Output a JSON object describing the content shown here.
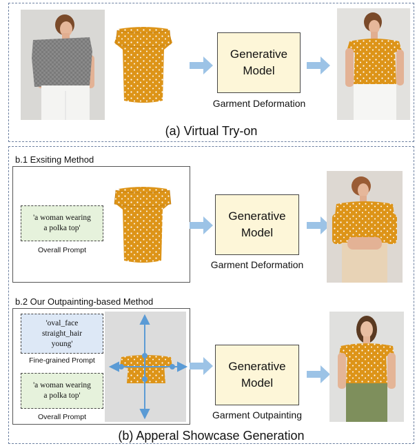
{
  "colors": {
    "dashed_border": "#6b7fa0",
    "generative_box_fill": "#fdf6d8",
    "arrow_fill": "#9cc3e6",
    "prompt_green": "#e6f2dc",
    "prompt_blue": "#dde8f6",
    "garment_orange": "#dd9418",
    "expand_arrow": "#5b9bd5"
  },
  "section_a": {
    "title": "(a) Virtual Try-on",
    "generative_label": "Generative\nModel",
    "caption": "Garment Deformation"
  },
  "section_b": {
    "title": "(b) Apperal Showcase Generation",
    "b1": {
      "title": "b.1 Exsiting Method",
      "prompt_text": "'a woman wearing\na polka top'",
      "prompt_label": "Overall Prompt",
      "generative_label": "Generative\nModel",
      "caption": "Garment Deformation"
    },
    "b2": {
      "title": "b.2 Our Outpainting-based Method",
      "fine_prompt_text": "'oval_face\nstraight_hair\nyoung'",
      "fine_prompt_label": "Fine-grained Prompt",
      "overall_prompt_text": "'a woman wearing\na polka top'",
      "overall_prompt_label": "Overall Prompt",
      "generative_label": "Generative\nModel",
      "caption": "Garment Outpainting"
    }
  },
  "icons": {
    "flow_arrow": "right-arrow-icon",
    "expand_arrow": "four-way-arrow-icon"
  }
}
